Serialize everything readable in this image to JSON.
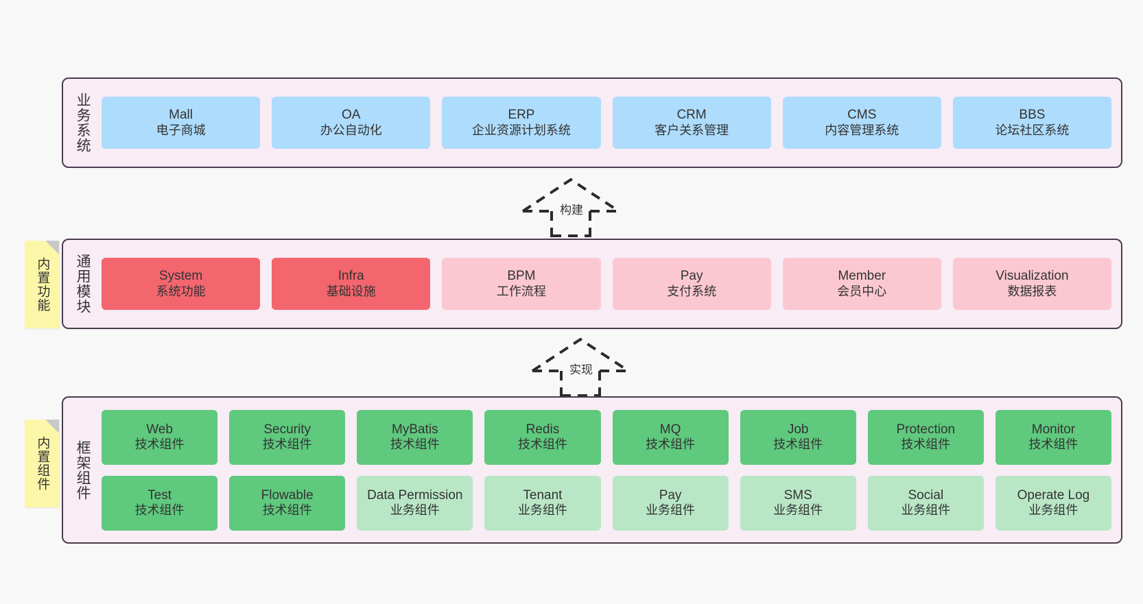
{
  "canvas": {
    "background": "#f8f8f8"
  },
  "palette": {
    "layer_fill": "#f8ecf5",
    "layer_border": "#4a3b4d",
    "blue": "#aedcfc",
    "red": "#f3666e",
    "pink": "#fbc8d1",
    "green": "#5fc97e",
    "light_green": "#b9e7c6",
    "sticky_yellow": "#fcf7a8",
    "sticky_fold": "#c9c9c9"
  },
  "layers": [
    {
      "id": "business",
      "title": "业务系统",
      "rows": [
        [
          {
            "name": "Mall",
            "desc": "电子商城",
            "color": "blue"
          },
          {
            "name": "OA",
            "desc": "办公自动化",
            "color": "blue"
          },
          {
            "name": "ERP",
            "desc": "企业资源计划系统",
            "color": "blue"
          },
          {
            "name": "CRM",
            "desc": "客户关系管理",
            "color": "blue"
          },
          {
            "name": "CMS",
            "desc": "内容管理系统",
            "color": "blue"
          },
          {
            "name": "BBS",
            "desc": "论坛社区系统",
            "color": "blue"
          }
        ]
      ]
    },
    {
      "id": "common",
      "title": "通用模块",
      "rows": [
        [
          {
            "name": "System",
            "desc": "系统功能",
            "color": "red"
          },
          {
            "name": "Infra",
            "desc": "基础设施",
            "color": "red"
          },
          {
            "name": "BPM",
            "desc": "工作流程",
            "color": "pink"
          },
          {
            "name": "Pay",
            "desc": "支付系统",
            "color": "pink"
          },
          {
            "name": "Member",
            "desc": "会员中心",
            "color": "pink"
          },
          {
            "name": "Visualization",
            "desc": "数据报表",
            "color": "pink"
          }
        ]
      ]
    },
    {
      "id": "framework",
      "title": "框架组件",
      "rows": [
        [
          {
            "name": "Web",
            "desc": "技术组件",
            "color": "green"
          },
          {
            "name": "Security",
            "desc": "技术组件",
            "color": "green"
          },
          {
            "name": "MyBatis",
            "desc": "技术组件",
            "color": "green"
          },
          {
            "name": "Redis",
            "desc": "技术组件",
            "color": "green"
          },
          {
            "name": "MQ",
            "desc": "技术组件",
            "color": "green"
          },
          {
            "name": "Job",
            "desc": "技术组件",
            "color": "green"
          },
          {
            "name": "Protection",
            "desc": "技术组件",
            "color": "green"
          },
          {
            "name": "Monitor",
            "desc": "技术组件",
            "color": "green"
          }
        ],
        [
          {
            "name": "Test",
            "desc": "技术组件",
            "color": "green"
          },
          {
            "name": "Flowable",
            "desc": "技术组件",
            "color": "green"
          },
          {
            "name": "Data Permission",
            "desc": "业务组件",
            "color": "light_green"
          },
          {
            "name": "Tenant",
            "desc": "业务组件",
            "color": "light_green"
          },
          {
            "name": "Pay",
            "desc": "业务组件",
            "color": "light_green"
          },
          {
            "name": "SMS",
            "desc": "业务组件",
            "color": "light_green"
          },
          {
            "name": "Social",
            "desc": "业务组件",
            "color": "light_green"
          },
          {
            "name": "Operate Log",
            "desc": "业务组件",
            "color": "light_green"
          }
        ]
      ]
    }
  ],
  "sticky_notes": [
    {
      "id": "common",
      "label": "内置功能"
    },
    {
      "id": "framework",
      "label": "内置组件"
    }
  ],
  "arrows": [
    {
      "id": "build",
      "label": "构建",
      "style": "dashed-generalization",
      "direction": "up"
    },
    {
      "id": "impl",
      "label": "实现",
      "style": "dashed-generalization",
      "direction": "up"
    }
  ]
}
